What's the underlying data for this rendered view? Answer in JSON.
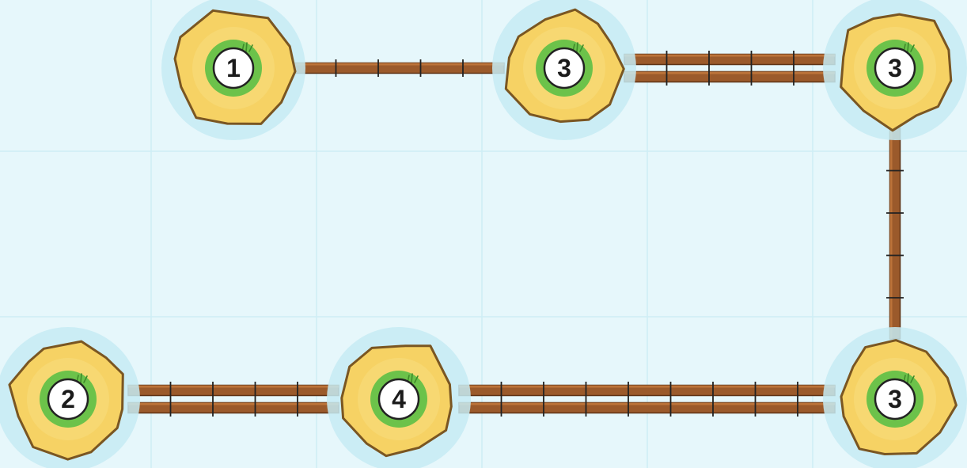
{
  "game": {
    "type": "bridges-puzzle",
    "grid": {
      "cols": 6,
      "rows": 3
    },
    "colors": {
      "water": "#e6f7fb",
      "grid_line": "#cdeef5",
      "island_halo": "#c6ebf3",
      "island_sand": "#f6d264",
      "island_outline": "#7a5622",
      "badge_ring": "#6cc24a",
      "badge_fill": "#ffffff",
      "bridge_wood": "#9b5a2b",
      "bridge_edge": "#5e3214",
      "grass": "#3f8a2a"
    },
    "islands": [
      {
        "id": "a",
        "row": 0,
        "col": 1,
        "number": "1"
      },
      {
        "id": "b",
        "row": 0,
        "col": 3,
        "number": "3"
      },
      {
        "id": "c",
        "row": 0,
        "col": 5,
        "number": "3"
      },
      {
        "id": "d",
        "row": 2,
        "col": 0,
        "number": "2"
      },
      {
        "id": "e",
        "row": 2,
        "col": 2,
        "number": "4"
      },
      {
        "id": "f",
        "row": 2,
        "col": 5,
        "number": "3"
      }
    ],
    "bridges": [
      {
        "from": "a",
        "to": "b",
        "count": 1
      },
      {
        "from": "b",
        "to": "c",
        "count": 2
      },
      {
        "from": "c",
        "to": "f",
        "count": 1
      },
      {
        "from": "d",
        "to": "e",
        "count": 2
      },
      {
        "from": "e",
        "to": "f",
        "count": 2
      }
    ]
  }
}
